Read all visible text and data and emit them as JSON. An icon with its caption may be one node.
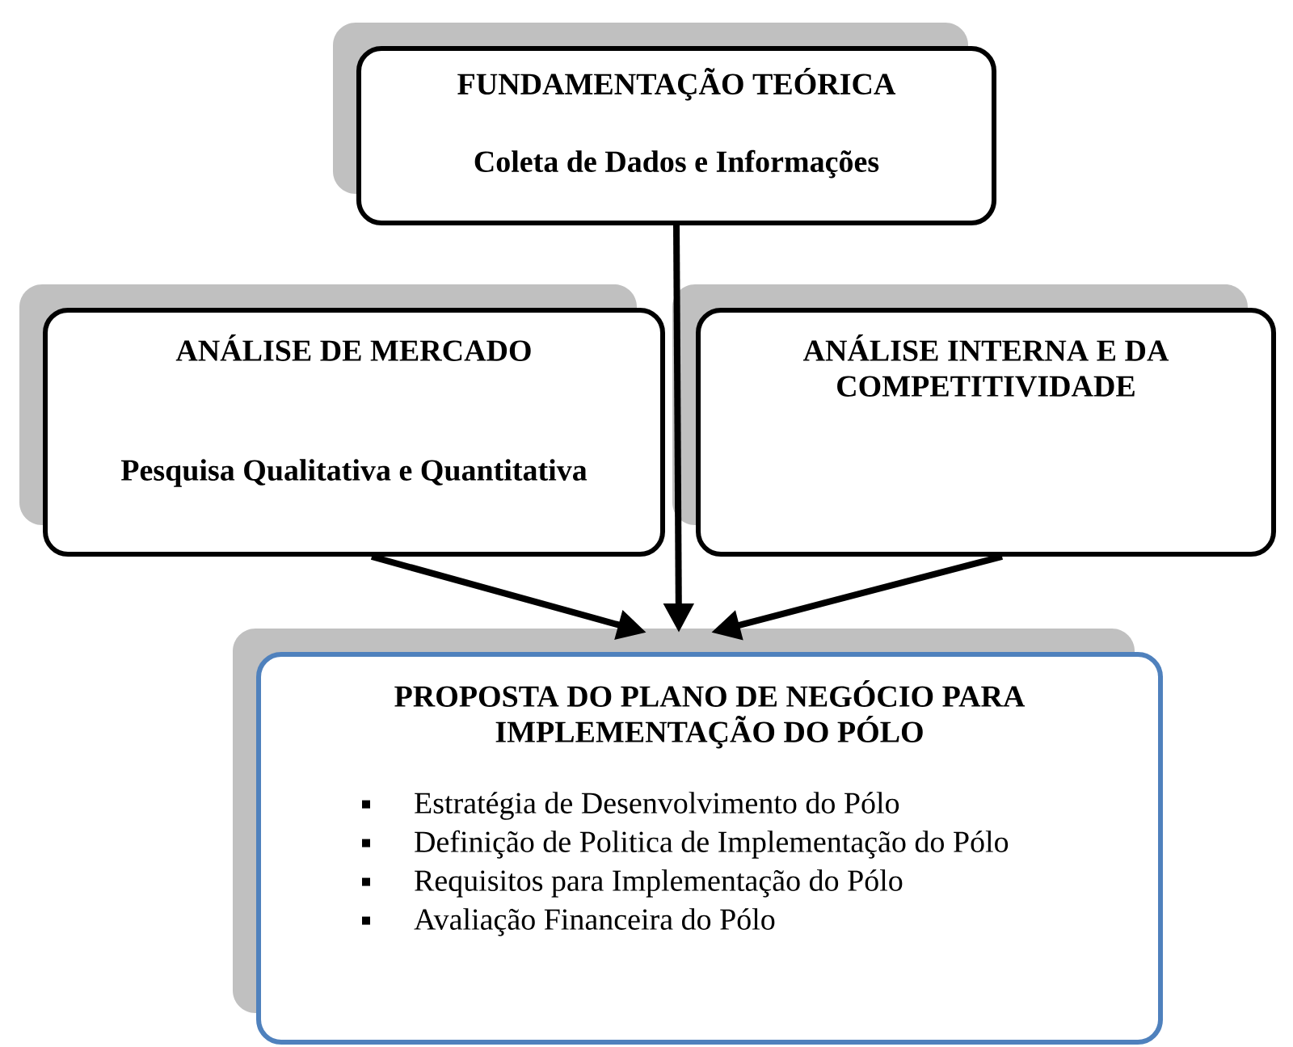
{
  "diagram": {
    "nodes": [
      {
        "text": [
          "FUNDAMENTAÇÃO TEÓRICA",
          "Coleta de Dados e Informações"
        ]
      },
      {
        "text": [
          "ANÁLISE DE MERCADO",
          "Pesquisa Qualitativa e Quantitativa"
        ]
      },
      {
        "text": [
          "ANÁLISE INTERNA E DA COMPETITIVIDADE"
        ]
      },
      {
        "text": [
          "PROPOSTA DO PLANO DE NEGÓCIO PARA IMPLEMENTAÇÃO DO PÓLO",
          "Estratégia de Desenvolvimento do Pólo",
          "Definição de Politica de Implementação do Pólo",
          "Requisitos para Implementação do Pólo",
          "Avaliação Financeira do Pólo"
        ]
      }
    ],
    "edges": [
      {
        "from": 0,
        "to": 3,
        "arrow": "to"
      },
      {
        "from": 1,
        "to": 3,
        "arrow": "to"
      },
      {
        "from": 2,
        "to": 3,
        "arrow": "to"
      }
    ]
  }
}
